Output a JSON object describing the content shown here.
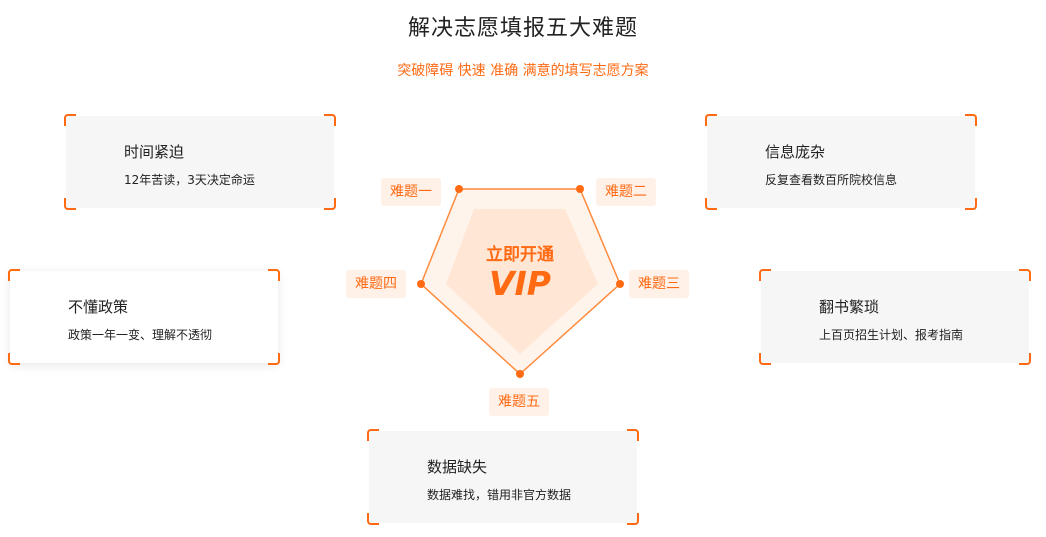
{
  "title": "解决志愿填报五大难题",
  "subtitle": "突破障碍 快速 准确 满意的填写志愿方案",
  "center": {
    "line1": "立即开通",
    "line2": "VIP"
  },
  "tags": {
    "d1": "难题一",
    "d2": "难题二",
    "d3": "难题三",
    "d4": "难题四",
    "d5": "难题五"
  },
  "cards": {
    "time": {
      "title": "时间紧迫",
      "desc": "12年苦读，3天决定命运"
    },
    "info": {
      "title": "信息庞杂",
      "desc": "反复查看数百所院校信息"
    },
    "policy": {
      "title": "不懂政策",
      "desc": "政策一年一变、理解不透彻"
    },
    "pages": {
      "title": "翻书繁琐",
      "desc": "上百页招生计划、报考指南"
    },
    "data": {
      "title": "数据缺失",
      "desc": "数据难找，错用非官方数据"
    }
  },
  "colors": {
    "accent": "#ff6a13",
    "tag_bg": "#fff1e8",
    "card_bg": "#f6f6f6"
  }
}
